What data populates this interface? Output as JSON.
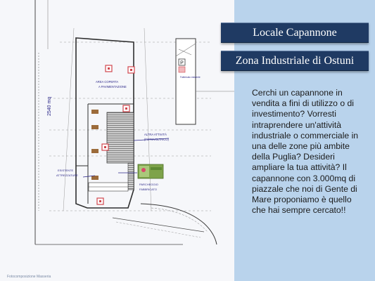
{
  "header": {
    "title": "Locale Capannone",
    "subtitle": "Zona Industriale di Ostuni"
  },
  "body_text": "Cerchi un capannone in vendita a fini di utilizzo o di investimento? Vorresti intraprendere un'attività industriale o commerciale in una delle zone più ambite della Puglia? Desideri ampliare la tua attività? Il capannone con 3.000mq di piazzale che noi di Gente di Mare proponiamo è quello che hai sempre cercato!!",
  "plan": {
    "dimension_label": "2540 mq",
    "area_label_line1": "AREA COPERTA",
    "area_label_line2": "A PAVIMENTAZIONE",
    "other_activity_line1": "ALTRA ATTIVITÀ",
    "other_activity_line2": "(FOTOVOLTAICO)",
    "existing_line1": "ESISTENTE",
    "existing_line2": "ATTREZZATURE",
    "parking_line1": "PARCHEGGIO",
    "parking_line2": "FABBRICATO",
    "parking_sign": "P",
    "neighbor_label": "Fabbricato esistente",
    "footer_note": "Fotocomposizione Masseria"
  },
  "colors": {
    "banner": "#1f3a63",
    "side_panel": "#b9d3ec",
    "plan_lines": "#3a3a3a",
    "annotation_ink": "#2e2a8a",
    "marker_red": "#d0474e"
  }
}
